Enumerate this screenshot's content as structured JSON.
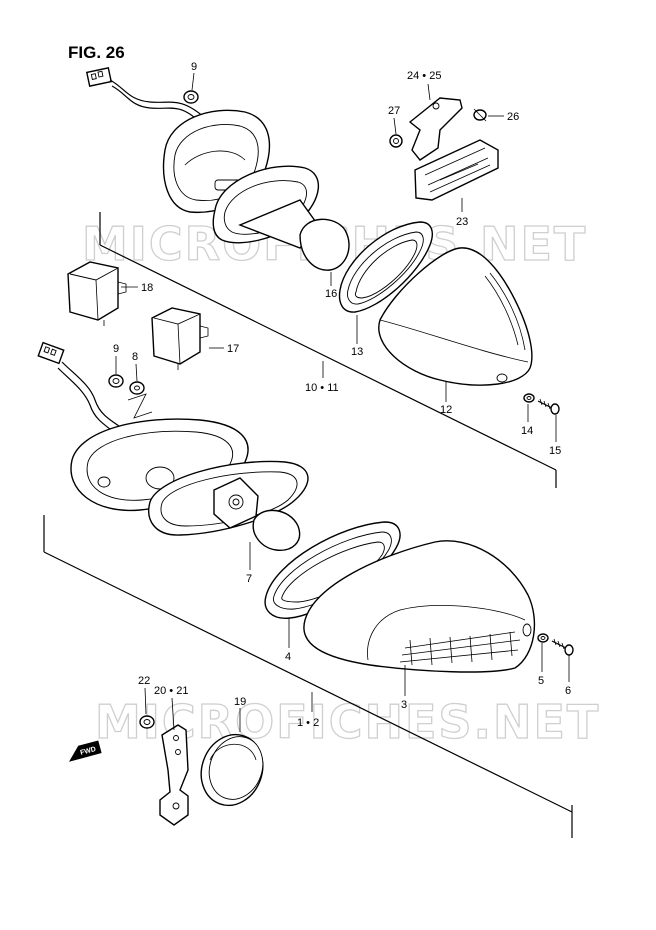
{
  "figure": {
    "title": "FIG. 26"
  },
  "watermark": {
    "text": "MICROFICHES.NET"
  },
  "fwd_label": "FWD",
  "callouts": {
    "c9_top": "9",
    "c24_25": "24 • 25",
    "c27": "27",
    "c26": "26",
    "c23": "23",
    "c18": "18",
    "c16": "16",
    "c13": "13",
    "c17": "17",
    "c9": "9",
    "c8": "8",
    "c10_11": "10 • 11",
    "c12": "12",
    "c14": "14",
    "c15": "15",
    "c7": "7",
    "c4": "4",
    "c5": "5",
    "c6": "6",
    "c3": "3",
    "c22": "22",
    "c20_21": "20 • 21",
    "c19": "19",
    "c1_2": "1 • 2"
  }
}
